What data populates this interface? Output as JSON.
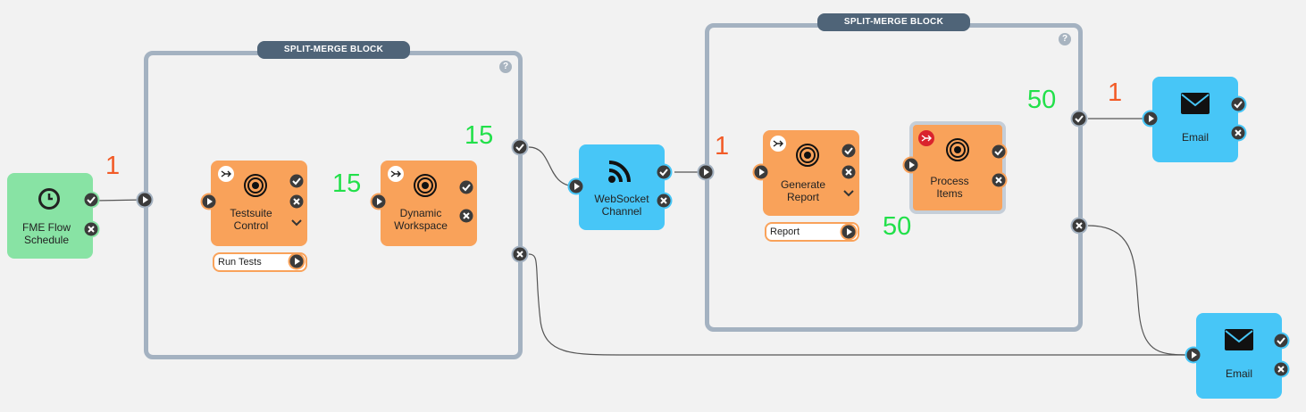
{
  "blocks": [
    {
      "title": "SPLIT-MERGE BLOCK",
      "help": "?"
    },
    {
      "title": "SPLIT-MERGE BLOCK",
      "help": "?"
    }
  ],
  "nodes": {
    "schedule": {
      "label": "FME Flow\nSchedule",
      "icon": "clock-icon",
      "color": "#88e3a4"
    },
    "testsuite": {
      "label": "Testsuite\nControl",
      "icon": "workspace-icon",
      "param": "Run Tests"
    },
    "dynamic": {
      "label": "Dynamic\nWorkspace",
      "icon": "workspace-icon"
    },
    "websocket": {
      "label": "WebSocket\nChannel",
      "icon": "rss-icon"
    },
    "generate": {
      "label": "Generate\nReport",
      "icon": "workspace-icon",
      "param": "Report"
    },
    "process": {
      "label": "Process\nItems",
      "icon": "workspace-icon"
    },
    "email1": {
      "label": "Email",
      "icon": "envelope-icon"
    },
    "email2": {
      "label": "Email",
      "icon": "envelope-icon"
    }
  },
  "counts": [
    {
      "id": "c1",
      "value": "1",
      "color": "#f25b27"
    },
    {
      "id": "c2",
      "value": "15",
      "color": "#22e04a"
    },
    {
      "id": "c3",
      "value": "15",
      "color": "#22e04a"
    },
    {
      "id": "c4",
      "value": "1",
      "color": "#f25b27"
    },
    {
      "id": "c5",
      "value": "50",
      "color": "#22e04a"
    },
    {
      "id": "c6",
      "value": "50",
      "color": "#22e04a"
    },
    {
      "id": "c7",
      "value": "1",
      "color": "#f25b27"
    }
  ],
  "colors": {
    "orange": "#f9a25a",
    "blue": "#47c6f7",
    "green": "#88e3a4",
    "port": "#3b3b3b",
    "block_border": "#a4b2c1"
  }
}
